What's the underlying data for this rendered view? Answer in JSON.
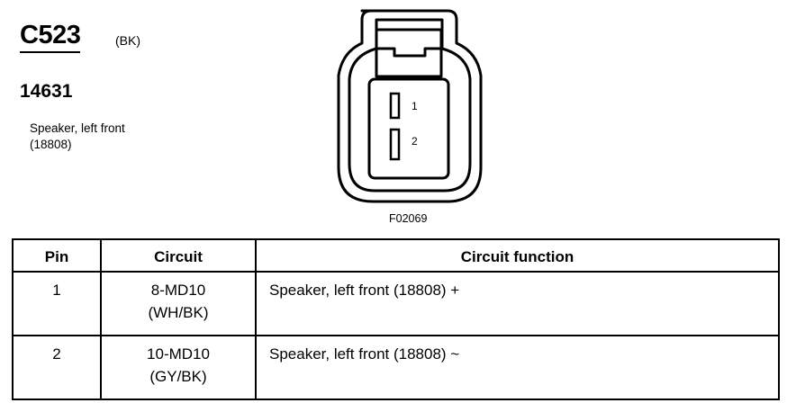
{
  "connector": {
    "id": "C523",
    "color": "(BK)",
    "part_number": "14631",
    "description_line1": "Speaker, left front",
    "description_line2": "(18808)",
    "figure_code": "F02069",
    "pin_labels": [
      "1",
      "2"
    ]
  },
  "table": {
    "headers": {
      "pin": "Pin",
      "circuit": "Circuit",
      "function": "Circuit function"
    },
    "rows": [
      {
        "pin": "1",
        "circuit_line1": "8-MD10",
        "circuit_line2": "(WH/BK)",
        "function": "Speaker, left front (18808) +"
      },
      {
        "pin": "2",
        "circuit_line1": "10-MD10",
        "circuit_line2": "(GY/BK)",
        "function": "Speaker, left front (18808) ~"
      }
    ]
  }
}
